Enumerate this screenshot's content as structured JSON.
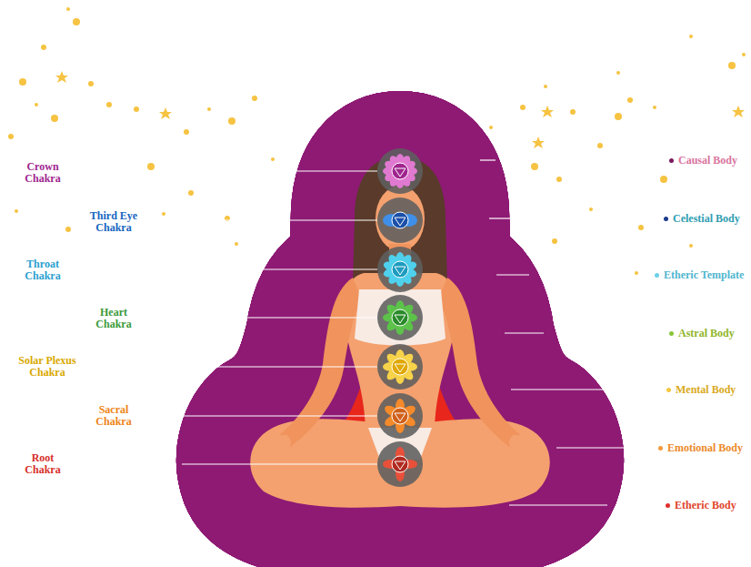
{
  "diagram": {
    "labels": [
      "Crown Chakra",
      "Third Eye Chakra",
      "Throat Chakra",
      "Heart Chakra",
      "Solar Plexus Chakra",
      "Sacral Chakra",
      "Root Chakra",
      "Causal Body",
      "Celestial Body",
      "Etheric Template",
      "Astral Body",
      "Mental Body",
      "Emotional Body",
      "Etheric Body"
    ]
  }
}
